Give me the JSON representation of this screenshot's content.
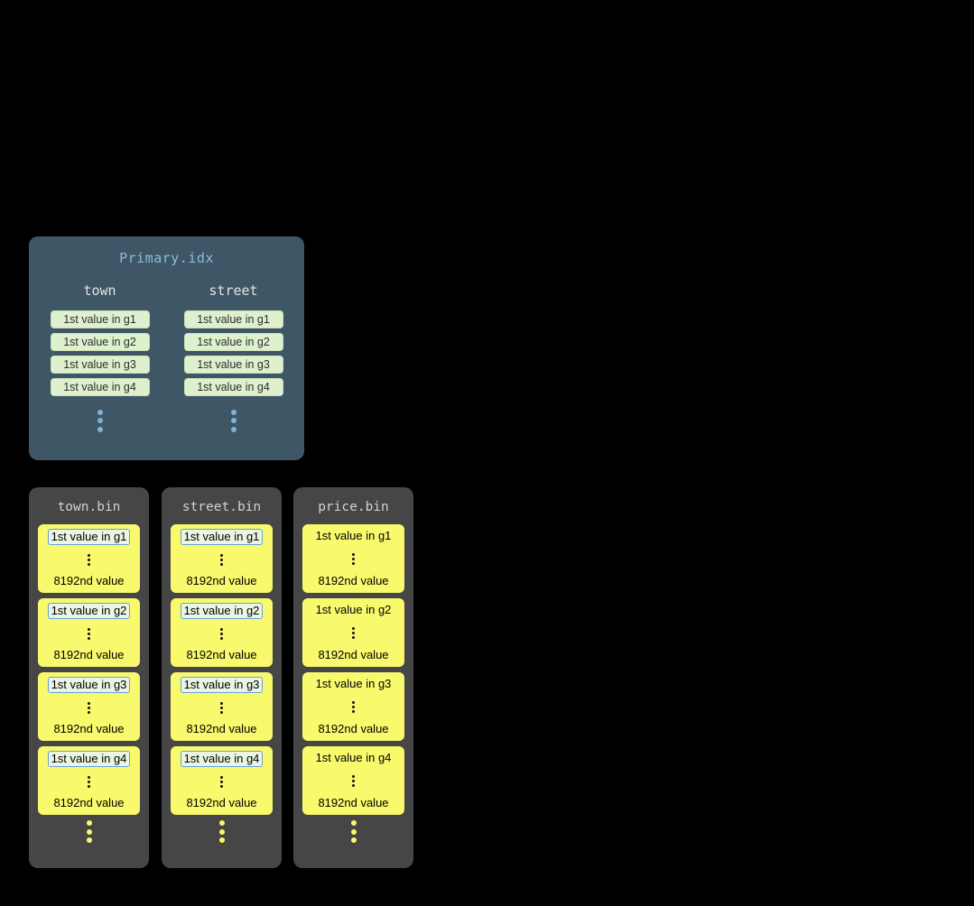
{
  "primary_index": {
    "title": "Primary.idx",
    "columns": [
      {
        "name": "town",
        "entries": [
          "1st value in g1",
          "1st value in g2",
          "1st value in g3",
          "1st value in g4"
        ]
      },
      {
        "name": "street",
        "entries": [
          "1st value in g1",
          "1st value in g2",
          "1st value in g3",
          "1st value in g4"
        ]
      }
    ]
  },
  "bins": [
    {
      "title": "town.bin",
      "granules": [
        {
          "first": "1st value in g1",
          "last": "8192nd value"
        },
        {
          "first": "1st value in g2",
          "last": "8192nd value"
        },
        {
          "first": "1st value in g3",
          "last": "8192nd value"
        },
        {
          "first": "1st value in g4",
          "last": "8192nd value"
        }
      ]
    },
    {
      "title": "street.bin",
      "granules": [
        {
          "first": "1st value in g1",
          "last": "8192nd value"
        },
        {
          "first": "1st value in g2",
          "last": "8192nd value"
        },
        {
          "first": "1st value in g3",
          "last": "8192nd value"
        },
        {
          "first": "1st value in g4",
          "last": "8192nd value"
        }
      ]
    },
    {
      "title": "price.bin",
      "granules": [
        {
          "first": "1st value in g1",
          "last": "8192nd value"
        },
        {
          "first": "1st value in g2",
          "last": "8192nd value"
        },
        {
          "first": "1st value in g3",
          "last": "8192nd value"
        },
        {
          "first": "1st value in g4",
          "last": "8192nd value"
        }
      ]
    }
  ],
  "colors": {
    "background": "#000000",
    "primary_panel": "#3e5666",
    "primary_title_text": "#8fbcd9",
    "index_pill_fill": "#def0cd",
    "blue_dots": "#7fb2d4",
    "bin_panel": "#464646",
    "granule_fill": "#f9f96d",
    "highlight_box_fill": "#ecf5e3",
    "highlight_box_border": "#64a0d8"
  }
}
